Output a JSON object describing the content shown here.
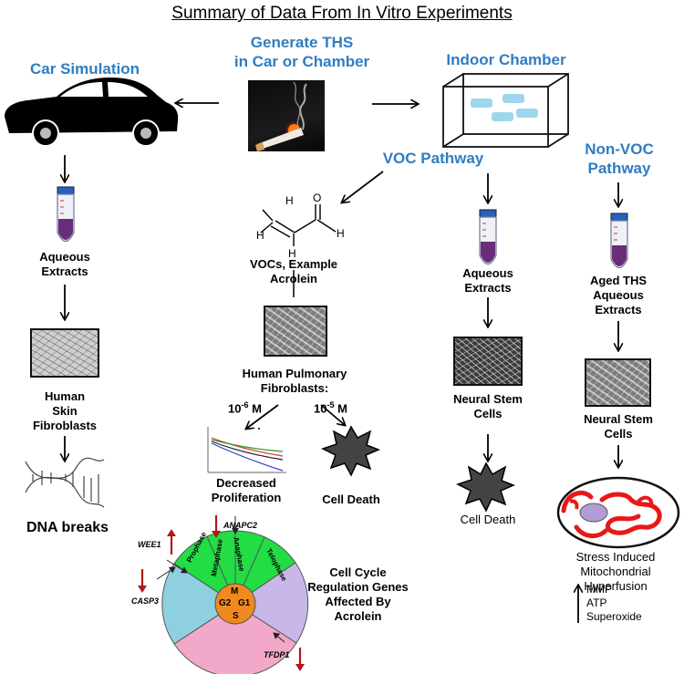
{
  "title": "Summary of Data From In Vitro Experiments",
  "headers": {
    "generate": "Generate THS\nin Car or Chamber",
    "car": "Car Simulation",
    "indoor": "Indoor Chamber",
    "voc": "VOC Pathway",
    "non_voc": "Non-VOC\nPathway"
  },
  "car_path": {
    "extracts": "Aqueous\nExtracts",
    "cells": "Human\nSkin\nFibroblasts",
    "outcome": "DNA breaks"
  },
  "voc_left": {
    "molecule_label": "VOCs, Example\nAcrolein",
    "cells": "Human Pulmonary\nFibroblasts:",
    "dose_low_base": "10",
    "dose_low_exp": "-6",
    "dose_high_base": "10",
    "dose_high_exp": "-5",
    "dose_unit": " M",
    "outcome_low": "Decreased\nProliferation",
    "outcome_high": "Cell Death"
  },
  "voc_right": {
    "extracts": "Aqueous\nExtracts",
    "cells": "Neural Stem\nCells",
    "outcome": "Cell Death"
  },
  "non_voc_path": {
    "extracts": "Aged THS\nAqueous\nExtracts",
    "cells": "Neural Stem\nCells",
    "outcome": "Stress Induced\nMitochondrial Hyperfusion",
    "increases": [
      "MMP",
      "ATP",
      "Superoxide"
    ]
  },
  "cell_cycle": {
    "caption": "Cell Cycle\nRegulation Genes\nAffected By\nAcrolein",
    "phases": [
      "Prophase",
      "Metaphase",
      "Anaphase",
      "Telophase"
    ],
    "center": [
      "M",
      "G2",
      "G1",
      "S"
    ],
    "genes": [
      {
        "name": "WEE1",
        "direction": "up"
      },
      {
        "name": "ANAPC2",
        "direction": "down"
      },
      {
        "name": "CASP3",
        "direction": "down"
      },
      {
        "name": "TFDP1",
        "direction": "down"
      }
    ],
    "colors": {
      "mitosis": "#22dd44",
      "g1": "#c8b8e8",
      "s": "#f2a8c8",
      "g2": "#8fd0e0",
      "center": "#f08a1e"
    }
  },
  "colors": {
    "accent_blue": "#2f7dc1",
    "arrow_red": "#b01818",
    "mito_red": "#e81818"
  }
}
